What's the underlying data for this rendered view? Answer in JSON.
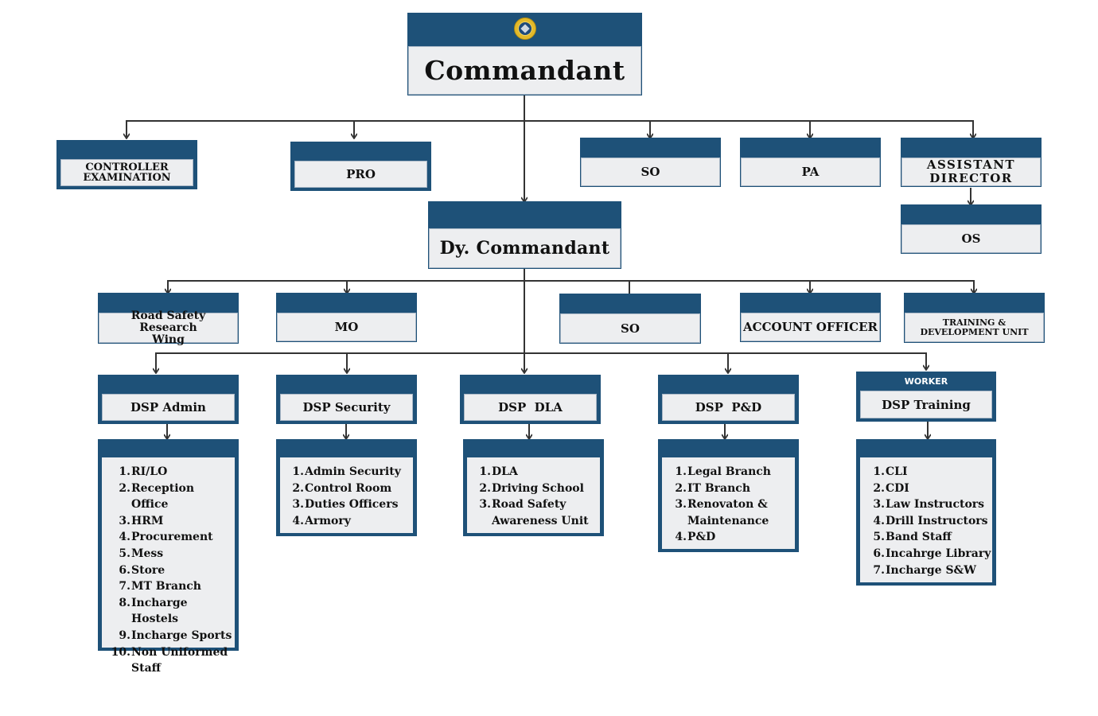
{
  "chart": {
    "title": "Commandant",
    "emblem": "police-emblem-icon",
    "colors": {
      "header": "#1e5178",
      "body": "#edeef0",
      "connector": "#333333"
    },
    "top": {
      "commandant": "Commandant",
      "direct_reports": [
        {
          "label": "CONTROLLER EXAMINATION"
        },
        {
          "label": "PRO"
        },
        {
          "label": "SO"
        },
        {
          "label": "PA"
        },
        {
          "label": "ASSISTANT DIRECTOR",
          "children": [
            {
              "label": "OS"
            }
          ]
        }
      ]
    },
    "deputy": {
      "label": "Dy. Commandant",
      "staff": [
        {
          "label": "Road Safety Research Wing"
        },
        {
          "label": "MO"
        },
        {
          "label": "SO"
        },
        {
          "label": "ACCOUNT OFFICER"
        },
        {
          "label": "TRAINING & DEVELOPMENT UNIT"
        }
      ]
    },
    "dsp_units": [
      {
        "label": "DSP Admin",
        "header": "",
        "items": [
          "RI/LO",
          "Reception Office",
          "HRM",
          "Procurement",
          "Mess",
          "Store",
          "MT Branch",
          "Incharge Hostels",
          "Incharge Sports",
          "Non Uniformed Staff"
        ]
      },
      {
        "label": "DSP Security",
        "header": "",
        "items": [
          "Admin Security",
          "Control Room",
          "Duties Officers",
          "Armory"
        ]
      },
      {
        "label": "DSP  DLA",
        "header": "",
        "items": [
          "DLA",
          "Driving School",
          "Road Safety Awareness Unit"
        ]
      },
      {
        "label": "DSP  P&D",
        "header": "",
        "items": [
          "Legal Branch",
          "IT Branch",
          "Renovaton & Maintenance",
          "P&D"
        ]
      },
      {
        "label": "DSP Training",
        "header": "WORKER",
        "items": [
          "CLI",
          "CDI",
          "Law Instructors",
          "Drill Instructors",
          "Band Staff",
          "Incahrge Library",
          "Incharge S&W"
        ]
      }
    ]
  }
}
